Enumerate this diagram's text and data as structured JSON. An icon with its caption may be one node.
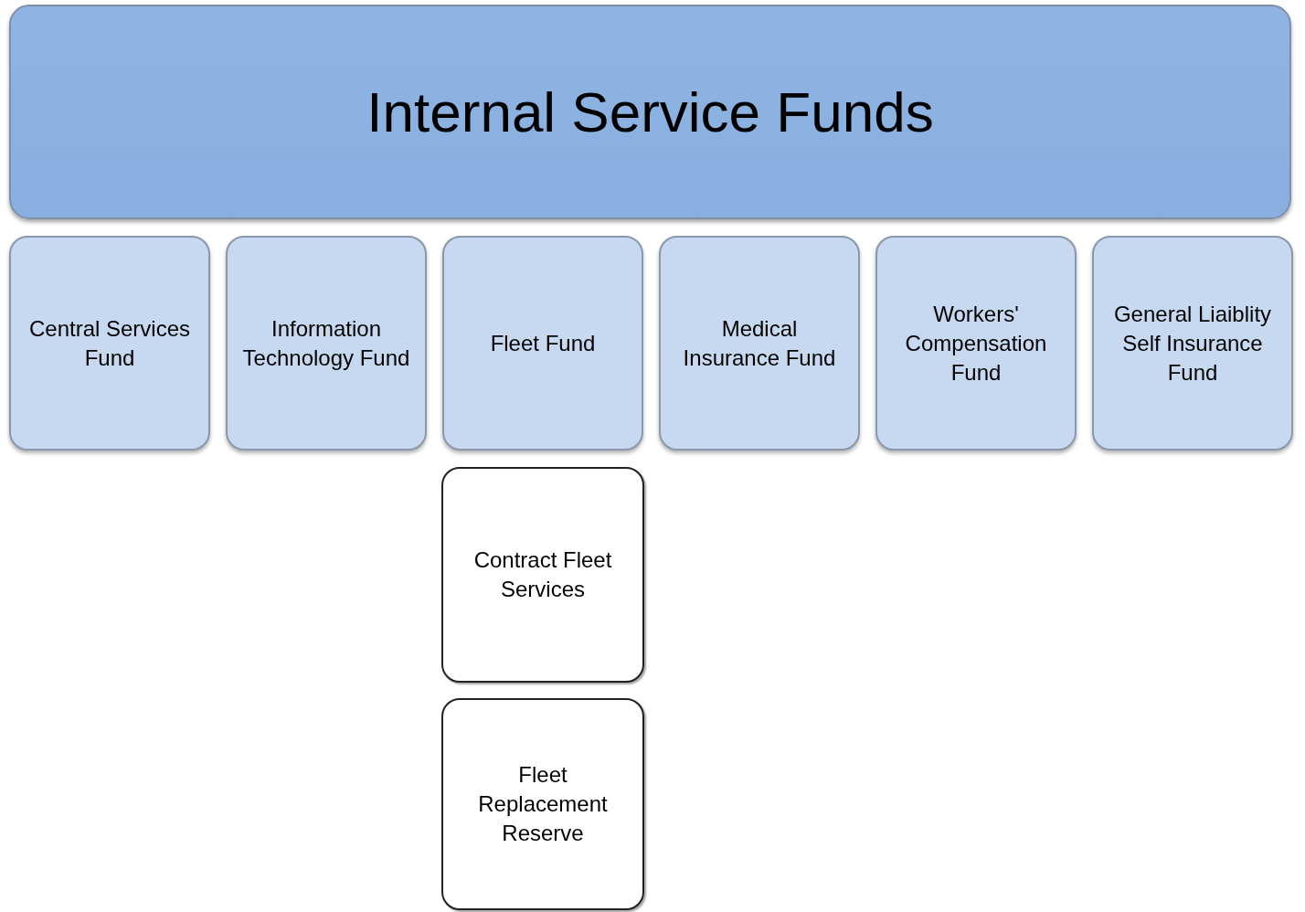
{
  "diagram": {
    "nodes": [
      {
        "text": [
          "Internal Service Funds"
        ]
      },
      {
        "text": [
          "Central Services Fund"
        ]
      },
      {
        "text": [
          "Information Technology Fund"
        ]
      },
      {
        "text": [
          "Fleet Fund"
        ]
      },
      {
        "text": [
          "Medical Insurance Fund"
        ]
      },
      {
        "text": [
          "Workers' Compensation Fund"
        ]
      },
      {
        "text": [
          "General Liaiblity Self Insurance Fund"
        ]
      },
      {
        "text": [
          "Contract Fleet Services"
        ]
      },
      {
        "text": [
          "Fleet Replacement Reserve"
        ]
      }
    ]
  }
}
